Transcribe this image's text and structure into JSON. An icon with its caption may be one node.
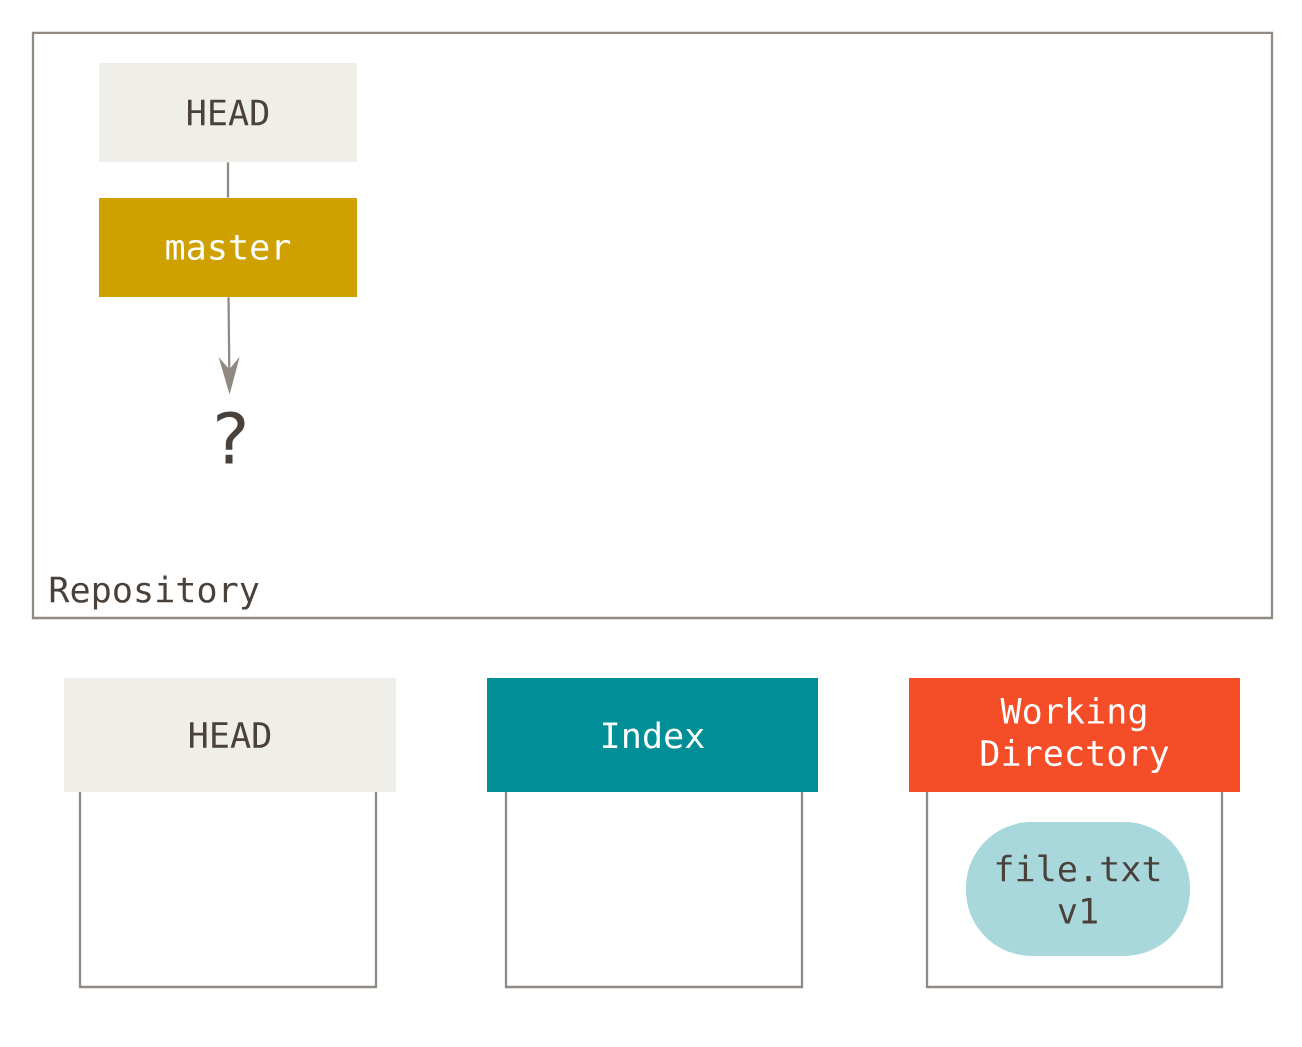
{
  "diagram": {
    "nodes": [
      {
        "text": [
          "Repository"
        ]
      },
      {
        "text": [
          "HEAD"
        ],
        "in": 0
      },
      {
        "text": [
          "master"
        ],
        "in": 0
      },
      {
        "text": [
          "?"
        ],
        "in": 0
      },
      {
        "text": [
          "HEAD"
        ]
      },
      {
        "text": [
          "Index"
        ]
      },
      {
        "text": [
          "Working Directory"
        ]
      },
      {
        "text": [
          "file.txt v1"
        ],
        "in": 6
      }
    ],
    "edges": [
      {
        "from": 1,
        "to": 2,
        "arrow": "none"
      },
      {
        "from": 2,
        "to": 3,
        "arrow": "to"
      }
    ]
  }
}
